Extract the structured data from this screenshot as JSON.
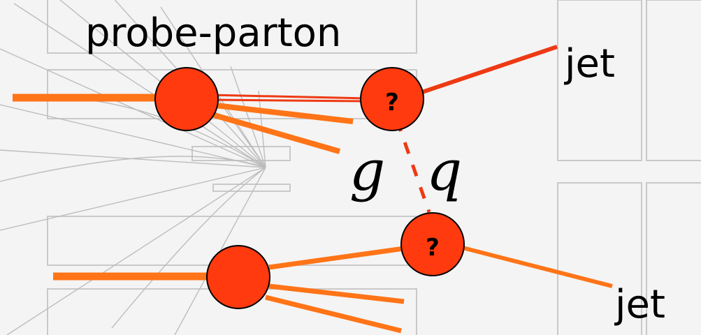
{
  "labels": {
    "probe_parton": "probe-parton",
    "jet_top": "jet",
    "jet_bottom": "jet",
    "gluon": "g",
    "quark": "q",
    "unknown_top": "?",
    "unknown_bottom": "?"
  },
  "colors": {
    "parton_line": "#ff7417",
    "parton_line_dark": "#ee3a14",
    "vertex_fill": "#ff3a0f",
    "vertex_stroke": "#000000",
    "background": "#f4f4f4",
    "detector_lines": "#c4c4c4"
  }
}
